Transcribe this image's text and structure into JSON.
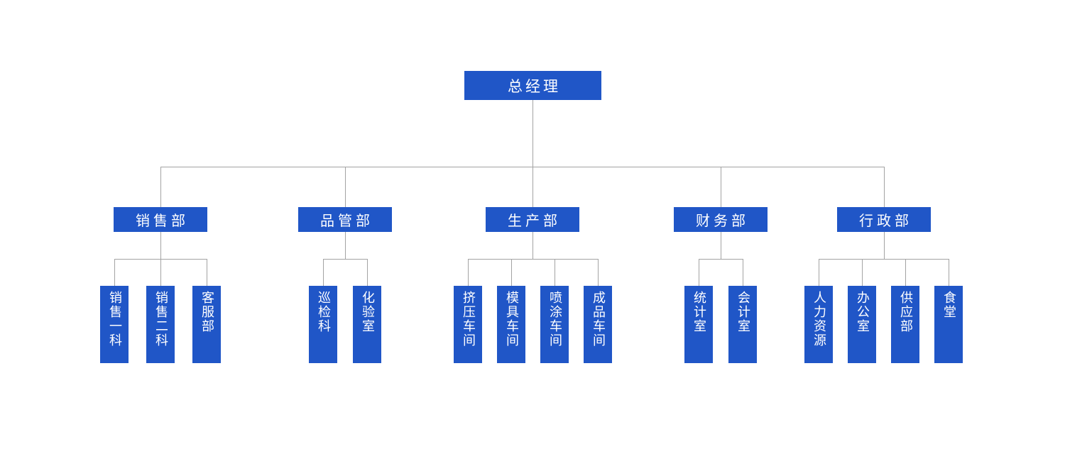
{
  "colors": {
    "node_fill": "#2056c7",
    "node_text": "#ffffff",
    "connector": "#a3a3a3",
    "background": "#ffffff"
  },
  "org_chart": {
    "type": "organization-chart",
    "root": {
      "label": "总经理"
    },
    "departments": [
      {
        "label": "销售部",
        "children": [
          "销售一科",
          "销售二科",
          "客服部"
        ]
      },
      {
        "label": "品管部",
        "children": [
          "巡检科",
          "化验室"
        ]
      },
      {
        "label": "生产部",
        "children": [
          "挤压车间",
          "模具车间",
          "喷涂车间",
          "成品车间"
        ]
      },
      {
        "label": "财务部",
        "children": [
          "统计室",
          "会计室"
        ]
      },
      {
        "label": "行政部",
        "children": [
          "人力资源",
          "办公室",
          "供应部",
          "食堂"
        ]
      }
    ]
  }
}
